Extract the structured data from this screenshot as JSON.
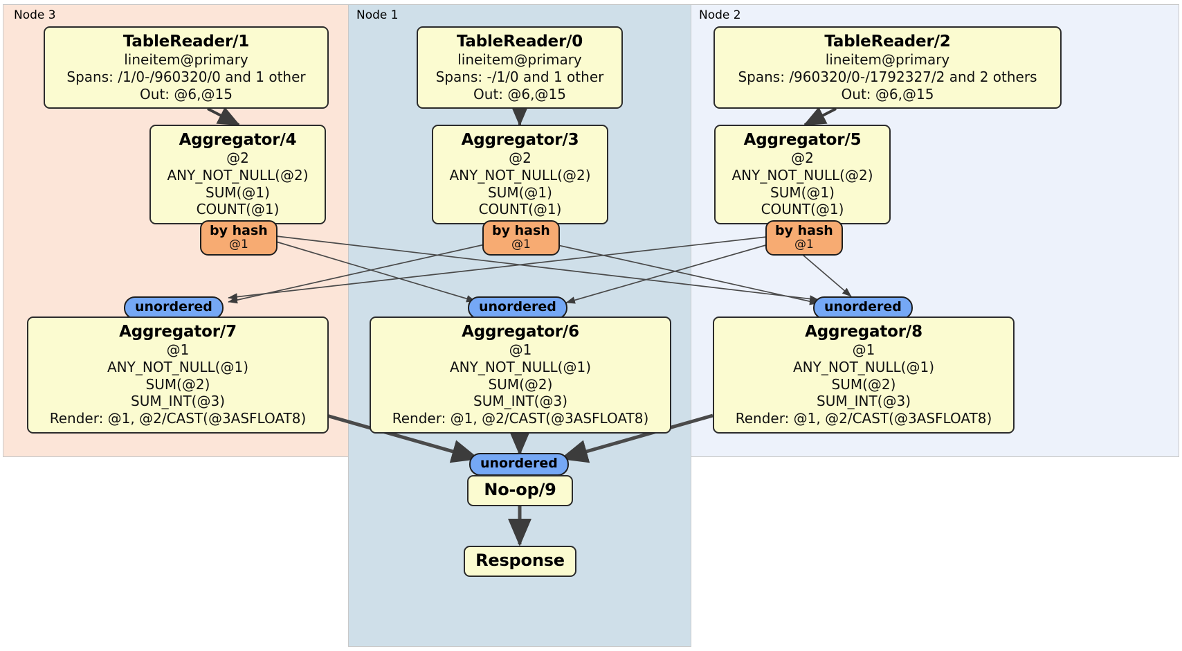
{
  "diagram": {
    "kind": "distributed-query-plan",
    "colors": {
      "node3_bg": "#fce5d8",
      "node1_bg": "#cfdfe9",
      "node2_bg": "#edf2fb",
      "processor_bg": "#fbfbd0",
      "hash_router": "#f7ab72",
      "unordered_sync": "#75a8f5",
      "edge": "#3c3c3c"
    }
  },
  "nodes": [
    {
      "id": "node3",
      "label": "Node 3"
    },
    {
      "id": "node1",
      "label": "Node 1"
    },
    {
      "id": "node2",
      "label": "Node 2"
    }
  ],
  "table_readers": [
    {
      "title": "TableReader/1",
      "index": "lineitem@primary",
      "spans": "Spans: /1/0-/960320/0 and 1 other",
      "out": "Out: @6,@15"
    },
    {
      "title": "TableReader/0",
      "index": "lineitem@primary",
      "spans": "Spans: -/1/0 and 1 other",
      "out": "Out: @6,@15"
    },
    {
      "title": "TableReader/2",
      "index": "lineitem@primary",
      "spans": "Spans: /960320/0-/1792327/2 and 2 others",
      "out": "Out: @6,@15"
    }
  ],
  "local_aggregators": [
    {
      "title": "Aggregator/4",
      "group": "@2",
      "aggs": [
        "ANY_NOT_NULL(@2)",
        "SUM(@1)",
        "COUNT(@1)"
      ]
    },
    {
      "title": "Aggregator/3",
      "group": "@2",
      "aggs": [
        "ANY_NOT_NULL(@2)",
        "SUM(@1)",
        "COUNT(@1)"
      ]
    },
    {
      "title": "Aggregator/5",
      "group": "@2",
      "aggs": [
        "ANY_NOT_NULL(@2)",
        "SUM(@1)",
        "COUNT(@1)"
      ]
    }
  ],
  "hash_routers": [
    {
      "type": "by hash",
      "key": "@1"
    },
    {
      "type": "by hash",
      "key": "@1"
    },
    {
      "type": "by hash",
      "key": "@1"
    }
  ],
  "mid_synchronizers": [
    {
      "label": "unordered"
    },
    {
      "label": "unordered"
    },
    {
      "label": "unordered"
    }
  ],
  "final_aggregators": [
    {
      "title": "Aggregator/7",
      "group": "@1",
      "aggs": [
        "ANY_NOT_NULL(@1)",
        "SUM(@2)",
        "SUM_INT(@3)"
      ],
      "render": "Render: @1, @2/CAST(@3ASFLOAT8)"
    },
    {
      "title": "Aggregator/6",
      "group": "@1",
      "aggs": [
        "ANY_NOT_NULL(@1)",
        "SUM(@2)",
        "SUM_INT(@3)"
      ],
      "render": "Render: @1, @2/CAST(@3ASFLOAT8)"
    },
    {
      "title": "Aggregator/8",
      "group": "@1",
      "aggs": [
        "ANY_NOT_NULL(@1)",
        "SUM(@2)",
        "SUM_INT(@3)"
      ],
      "render": "Render: @1, @2/CAST(@3ASFLOAT8)"
    }
  ],
  "final_synchronizer": {
    "label": "unordered"
  },
  "noop": {
    "title": "No-op/9"
  },
  "response": {
    "title": "Response"
  }
}
